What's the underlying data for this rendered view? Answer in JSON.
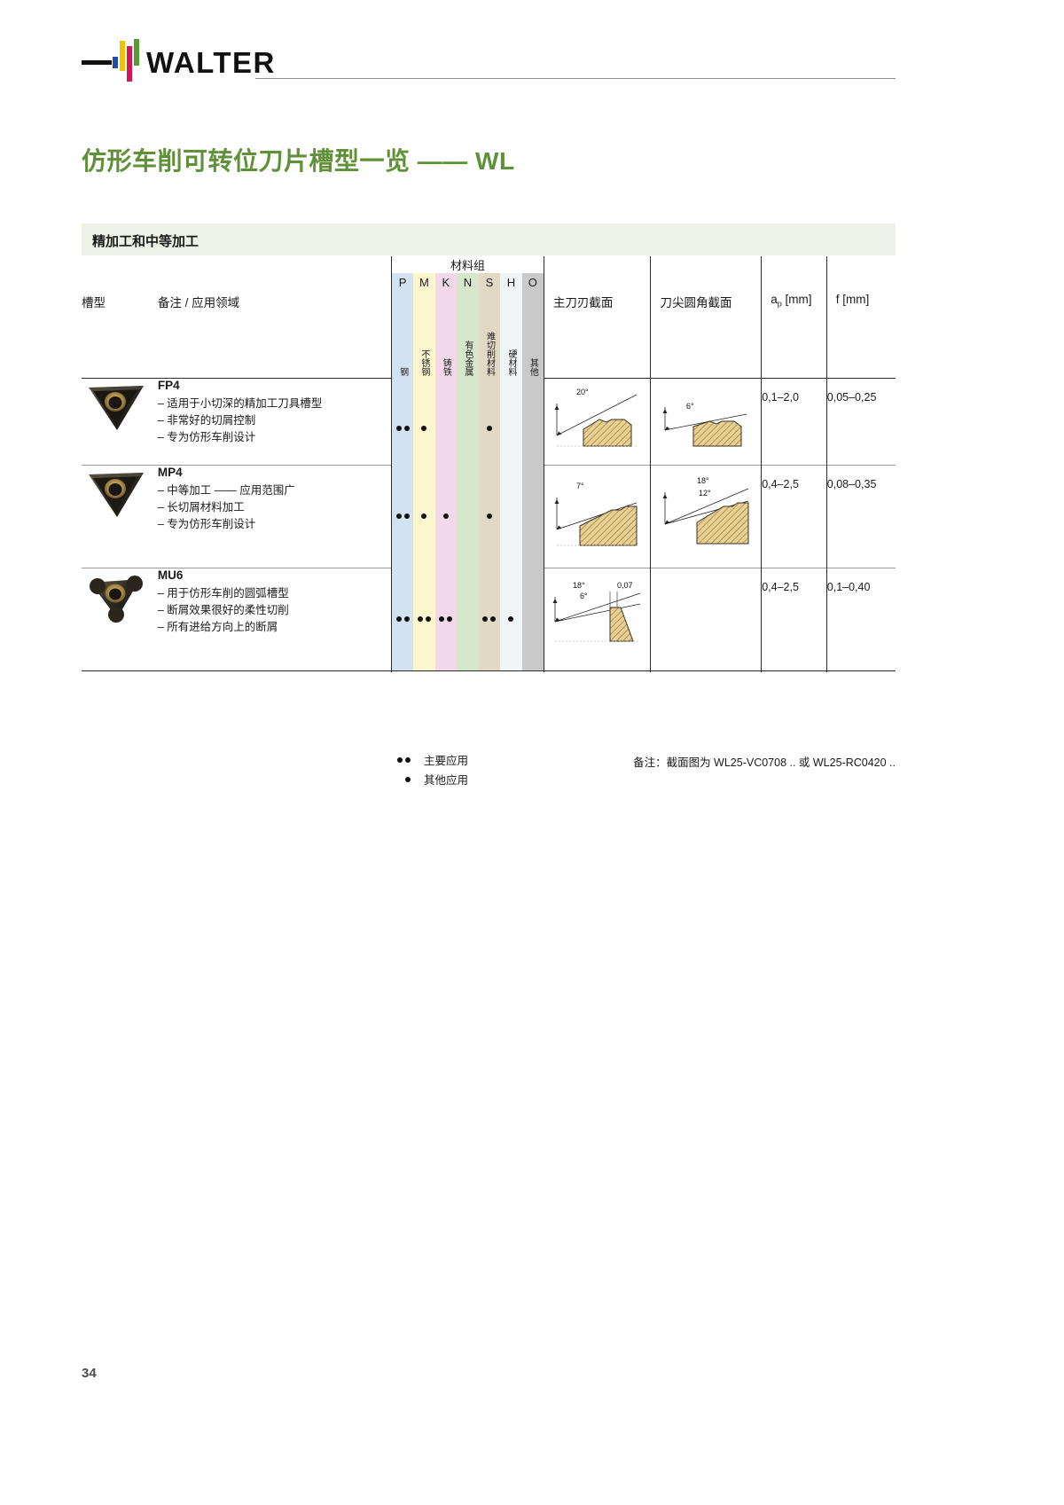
{
  "brand": {
    "name": "WALTER",
    "logo_colors": [
      "#1f4fa3",
      "#f2c200",
      "#d6145a",
      "#5a9b30"
    ]
  },
  "page": {
    "title": "仿形车削可转位刀片槽型一览 —— WL",
    "number": "34",
    "accent": "#5f9138"
  },
  "section": {
    "heading": "精加工和中等加工",
    "background": "#eef2e6"
  },
  "table": {
    "material_group_title": "材料组",
    "columns": [
      {
        "letter": "P",
        "label": "钢",
        "color": "#d2e2f2"
      },
      {
        "letter": "M",
        "label": "不锈钢",
        "color": "#fbf6cd"
      },
      {
        "letter": "K",
        "label": "铸铁",
        "color": "#f2d8e8"
      },
      {
        "letter": "N",
        "label": "有色金属",
        "color": "#d6e6cb"
      },
      {
        "letter": "S",
        "label": "难切削材料",
        "color": "#e2d9c4"
      },
      {
        "letter": "H",
        "label": "硬材料",
        "color": "#eff4f7"
      },
      {
        "letter": "O",
        "label": "其他",
        "color": "#c9c9c9"
      }
    ],
    "headers": {
      "groove": "槽型",
      "notes": "备注 / 应用领域",
      "main_edge": "主刀刃截面",
      "corner_radius": "刀尖圆角截面",
      "ap": "a",
      "ap_sub": "p",
      "ap_unit": " [mm]",
      "f": "f [mm]"
    },
    "rows": [
      {
        "name": "FP4",
        "bullets": [
          "– 适用于小切深的精加工刀具槽型",
          "– 非常好的切屑控制",
          "– 专为仿形车削设计"
        ],
        "ratings": {
          "P": 2,
          "M": 1,
          "K": 0,
          "N": 0,
          "S": 1,
          "H": 0,
          "O": 0
        },
        "main_edge_angles": [
          "20°"
        ],
        "corner_angles": [
          "6°"
        ],
        "ap": "0,1–2,0",
        "f": "0,05–0,25"
      },
      {
        "name": "MP4",
        "bullets": [
          "– 中等加工 —— 应用范围广",
          "– 长切屑材料加工",
          "– 专为仿形车削设计"
        ],
        "ratings": {
          "P": 2,
          "M": 1,
          "K": 1,
          "N": 0,
          "S": 1,
          "H": 0,
          "O": 0
        },
        "main_edge_angles": [
          "7°"
        ],
        "corner_angles": [
          "18°",
          "12°"
        ],
        "ap": "0,4–2,5",
        "f": "0,08–0,35"
      },
      {
        "name": "MU6",
        "bullets": [
          "– 用于仿形车削的圆弧槽型",
          "– 断屑效果很好的柔性切削",
          "– 所有进给方向上的断屑"
        ],
        "ratings": {
          "P": 2,
          "M": 2,
          "K": 2,
          "N": 0,
          "S": 2,
          "H": 1,
          "O": 0
        },
        "main_edge_angles": [
          "18°",
          "6°",
          "0,07"
        ],
        "corner_angles": [],
        "ap": "0,4–2,5",
        "f": "0,1–0,40"
      }
    ]
  },
  "legend": {
    "primary_label": "主要应用",
    "other_label": "其他应用",
    "note": "备注：截面图为 WL25-VC0708 .. 或 WL25-RC0420 .."
  }
}
